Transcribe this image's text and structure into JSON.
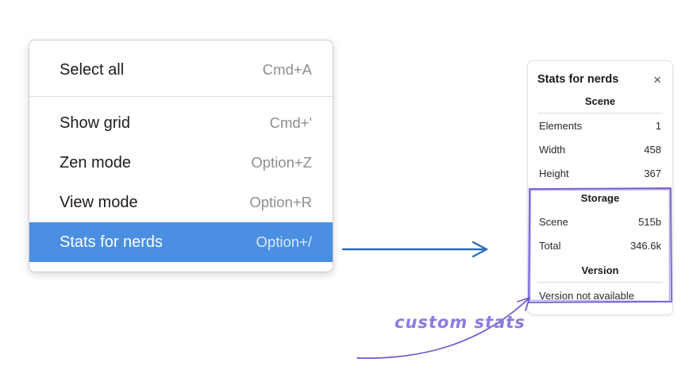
{
  "context_menu": {
    "items": [
      {
        "label": "Select all",
        "shortcut": "Cmd+A"
      },
      {
        "label": "Show grid",
        "shortcut": "Cmd+'"
      },
      {
        "label": "Zen mode",
        "shortcut": "Option+Z"
      },
      {
        "label": "View mode",
        "shortcut": "Option+R"
      },
      {
        "label": "Stats for nerds",
        "shortcut": "Option+/"
      }
    ]
  },
  "stats_panel": {
    "title": "Stats for nerds",
    "close_label": "×",
    "scene": {
      "heading": "Scene",
      "rows": [
        [
          "Elements",
          "1"
        ],
        [
          "Width",
          "458"
        ],
        [
          "Height",
          "367"
        ]
      ]
    },
    "storage": {
      "heading": "Storage",
      "rows": [
        [
          "Scene",
          "515b"
        ],
        [
          "Total",
          "346.6k"
        ]
      ]
    },
    "version": {
      "heading": "Version",
      "note": "Version not available"
    }
  },
  "annotation": {
    "label": "custom stats"
  },
  "colors": {
    "highlight": "#4a8fe2",
    "arrow": "#2b6cb8",
    "annotation": "#6a5dd1",
    "annotation-text": "#8a7ce0"
  }
}
